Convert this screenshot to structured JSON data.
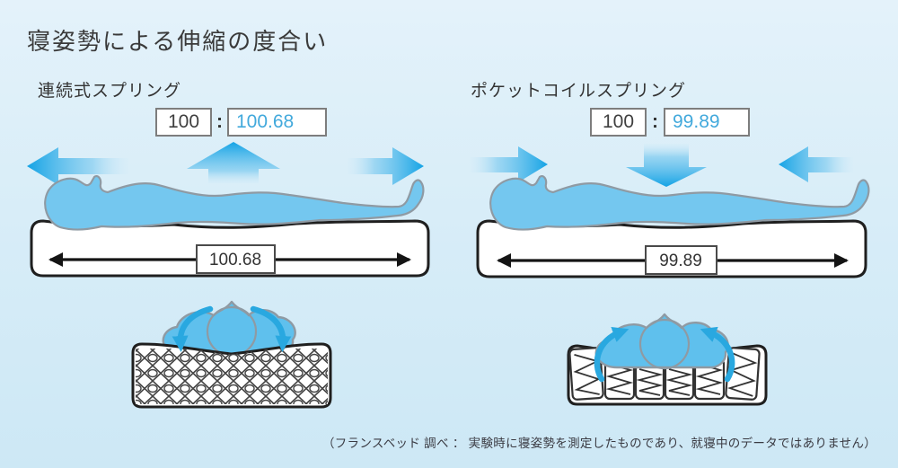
{
  "page": {
    "title": "寝姿勢による伸縮の度合い",
    "footnote": "（フランスベッド 調べ ： 実験時に寝姿勢を測定したものであり、就寝中のデータではありません）"
  },
  "left": {
    "label": "連続式スプリング",
    "ratio_base": "100",
    "ratio_separator": ":",
    "ratio_value": "100.68",
    "measurement": "100.68"
  },
  "right": {
    "label": "ポケットコイルスプリング",
    "ratio_base": "100",
    "ratio_separator": ":",
    "ratio_value": "99.89",
    "measurement": "99.89"
  },
  "colors": {
    "background_top": "#e4f2fa",
    "background_bottom": "#cde8f5",
    "arrow_cyan": "#14a3e5",
    "body_blue": "#74c7ef",
    "blob_blue": "#5fc0ed",
    "ratio_value_blue": "#42a9dc",
    "outline_gray": "#8f9aa3",
    "mattress_border": "#1f1f1f",
    "text_dark": "#3a3a3a"
  },
  "icons": {
    "left_figure": [
      "expand-arrow-left-icon",
      "expand-arrow-up-icon",
      "expand-arrow-right-icon"
    ],
    "right_figure": [
      "compress-arrow-right-icon",
      "compress-arrow-down-icon",
      "compress-arrow-left-icon"
    ]
  }
}
